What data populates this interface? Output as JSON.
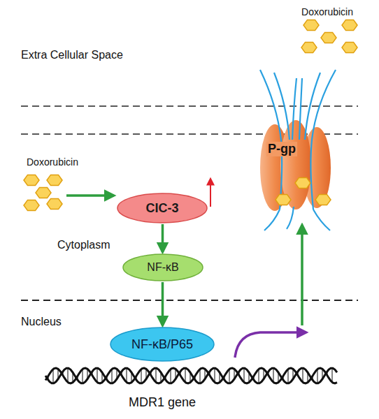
{
  "diagram": {
    "nodes": [
      {
        "text": [
          "P-gp"
        ]
      },
      {
        "text": [
          "CIC-3"
        ]
      },
      {
        "text": [
          "NF-κB"
        ]
      },
      {
        "text": [
          "NF-κB/P65"
        ]
      }
    ],
    "edges": [
      {
        "from": 1,
        "to": 2,
        "arrow": "to"
      },
      {
        "from": 2,
        "to": 3,
        "arrow": "to"
      }
    ],
    "labels": [
      "Doxorubicin",
      "Extra Cellular Space",
      "Doxorubicin",
      "Cytoplasm",
      "Nucleus",
      "MDR1 gene"
    ]
  }
}
